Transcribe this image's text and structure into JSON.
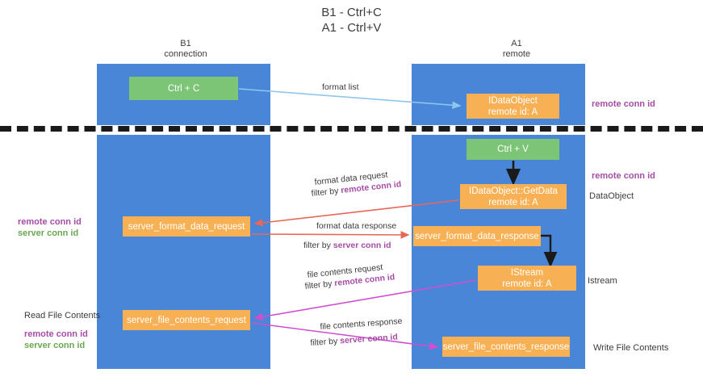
{
  "title": "B1 - Ctrl+C\nA1 - Ctrl+V",
  "columns": {
    "left": "B1\nconnection",
    "right": "A1\nremote"
  },
  "nodes": {
    "ctrl_c": "Ctrl + C",
    "idataobject": "IDataObject\nremote id: A",
    "ctrl_v": "Ctrl + V",
    "getdata": "IDataObject::GetData\nremote id: A",
    "server_format_data_request": "server_format_data_request",
    "server_format_data_response": "server_format_data_response",
    "istream": "IStream\nremote id: A",
    "server_file_contents_request": "server_file_contents_request",
    "server_file_contents_response": "server_file_contents_response"
  },
  "edge_labels": {
    "format_list": "format list",
    "format_data_request": "format data request",
    "filter_by": "filter by",
    "remote_conn_id": "remote conn id",
    "server_conn_id": "server conn id",
    "format_data_response": "format data response",
    "file_contents_request": "file contents request",
    "file_contents_response": "file contents response"
  },
  "annotations": {
    "remote_conn_id": "remote conn id",
    "server_conn_id": "server conn id",
    "dataobject": "DataObject",
    "istream": "Istream",
    "read_file_contents": "Read File Contents",
    "write_file_contents": "Write File Contents"
  },
  "colors": {
    "lane": "#4a86d8",
    "green_node": "#7cc576",
    "orange_node": "#f8b055",
    "purple_text": "#a64ca6",
    "green_text": "#6aa84f",
    "blue_arrow": "#8ec6ef",
    "red_arrow": "#e8675b",
    "magenta_arrow": "#cf4fcf",
    "dark_arrow": "#1a1a1a"
  }
}
